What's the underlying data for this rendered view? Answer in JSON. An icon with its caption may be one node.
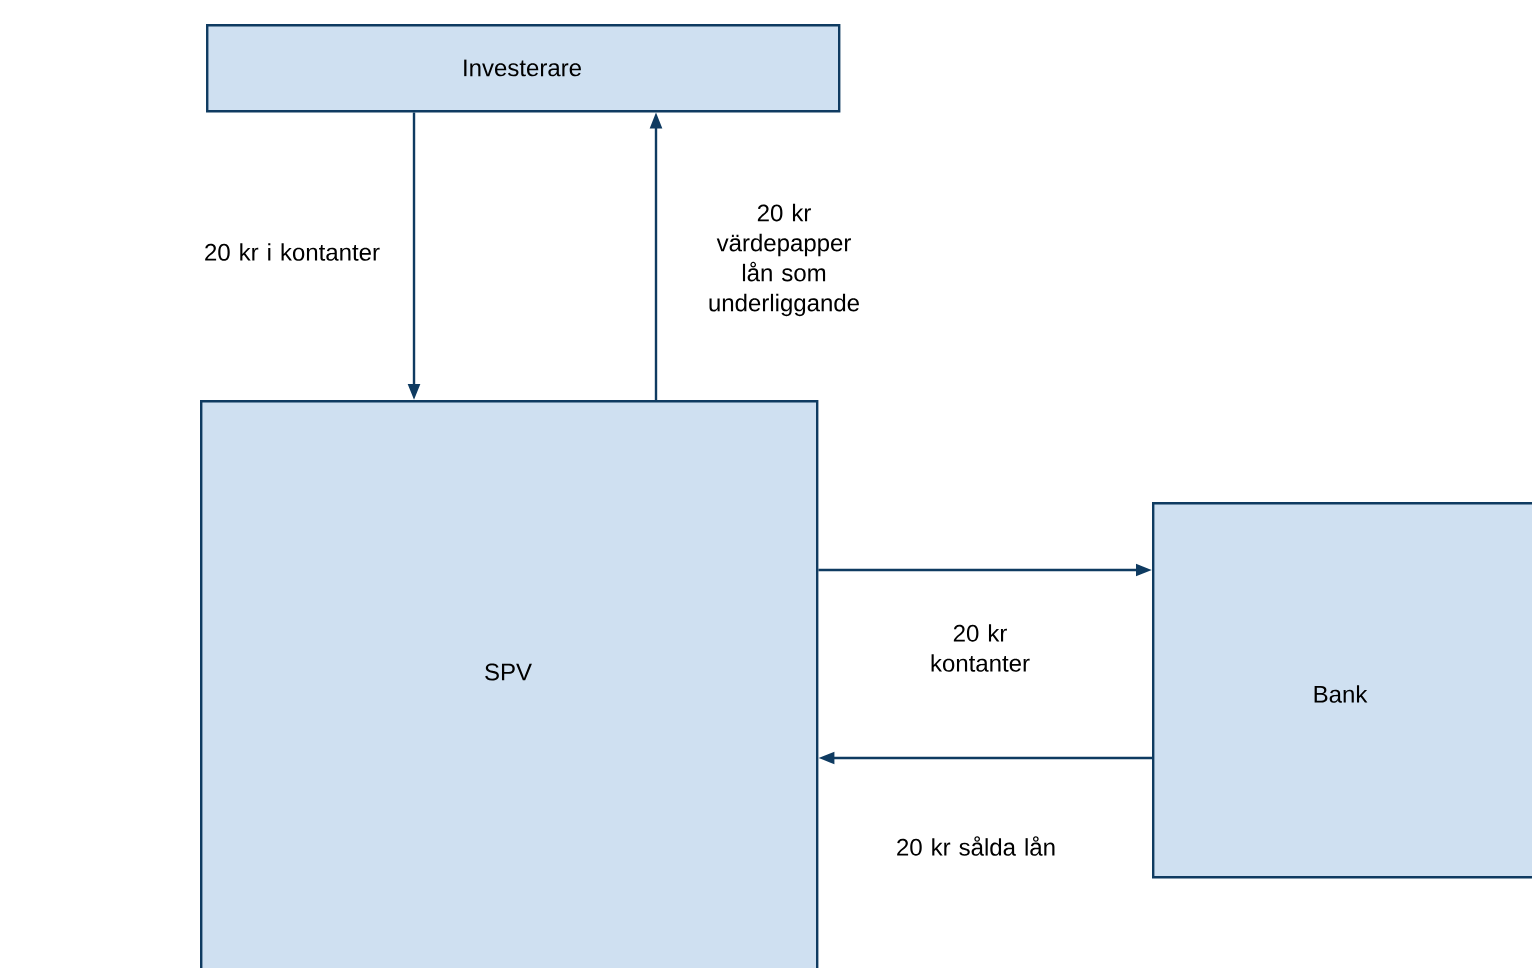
{
  "diagram": {
    "nodes": [
      {
        "text": [
          "Investerare"
        ]
      },
      {
        "text": [
          "SPV"
        ]
      },
      {
        "text": [
          "Bank"
        ]
      }
    ],
    "edges": [
      {
        "from": 0,
        "to": 1,
        "arrow": "to",
        "label": "20 kr i kontanter"
      },
      {
        "from": 1,
        "to": 0,
        "arrow": "to",
        "label": "20 kr värdepapper lån som underliggande"
      },
      {
        "from": 1,
        "to": 2,
        "arrow": "to",
        "label": "20 kr kontanter"
      },
      {
        "from": 2,
        "to": 1,
        "arrow": "to",
        "label": "20 kr sålda lån"
      }
    ]
  }
}
